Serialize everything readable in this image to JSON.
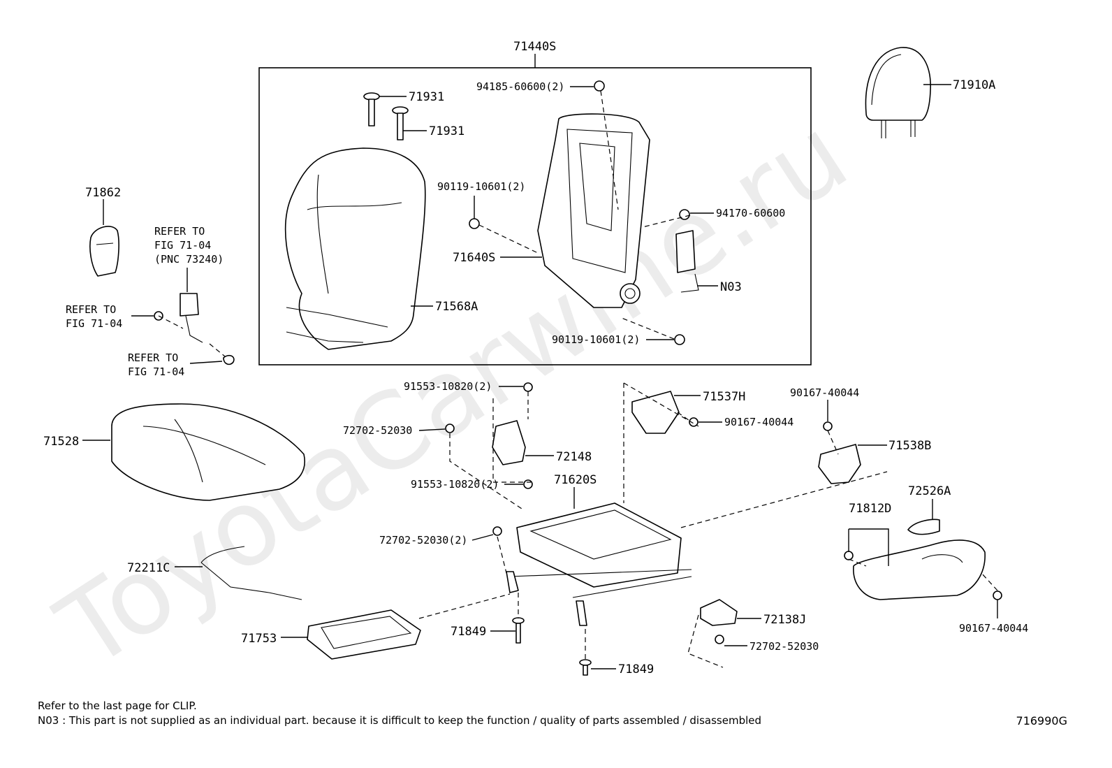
{
  "watermark": "ToyotaCarwine.ru",
  "group_label": "71440S",
  "labels": {
    "headrest": "71910A",
    "clip_1": "71931",
    "clip_2": "71931",
    "nut_top": "94185-60600(2)",
    "bolt_frame_left": "90119-10601(2)",
    "nut_right": "94170-60600",
    "frame": "71640S",
    "airbag": "N03",
    "back_cover": "71568A",
    "bolt_frame_bottom": "90119-10601(2)",
    "side_cover": "71862",
    "refer_1_line1": "REFER TO",
    "refer_1_line2": "FIG 71-04",
    "refer_1_line3": "(PNC 73240)",
    "refer_2_line1": "REFER TO",
    "refer_2_line2": "FIG 71-04",
    "refer_3_line1": "REFER TO",
    "refer_3_line2": "FIG 71-04",
    "cushion": "71528",
    "bolt_a": "91553-10820(2)",
    "bolt_b": "72702-52030",
    "bracket": "72148",
    "bolt_c": "91553-10820(2)",
    "adjuster": "71620S",
    "bolt_d": "72702-52030(2)",
    "wire": "72211C",
    "tray": "71753",
    "pin_1": "71849",
    "pin_2": "71849",
    "hinge_cover": "71537H",
    "screw_a": "90167-40044",
    "screw_b": "90167-40044",
    "recliner_cover": "71538B",
    "knob": "72526A",
    "shield": "71812D",
    "screw_c": "90167-40044",
    "end_cover": "72138J",
    "bolt_e": "72702-52030"
  },
  "notes": {
    "line1": "Refer to the last page for CLIP.",
    "line2": "N03 : This part is not supplied as an individual part. because it is difficult to keep the function / quality of parts assembled / disassembled"
  },
  "figure_code": "716990G"
}
